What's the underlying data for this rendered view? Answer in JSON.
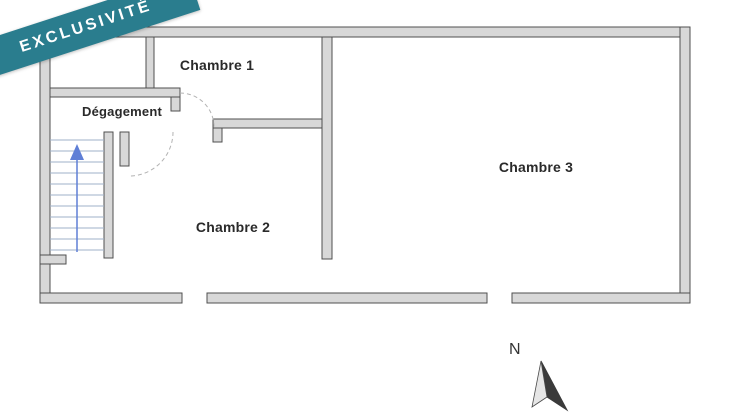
{
  "banner": {
    "label": "EXCLUSIVITÉ",
    "background": "#2a7d8e",
    "text_color": "#ffffff"
  },
  "rooms": {
    "chambre1": "Chambre 1",
    "degagement": "Dégagement",
    "chambre2": "Chambre 2",
    "chambre3": "Chambre 3"
  },
  "compass": {
    "label": "N"
  },
  "colors": {
    "wall_fill": "#d8d8d8",
    "wall_stroke": "#4f4f4f",
    "stair_arrow": "#5f7fd6",
    "door_arc": "#b3b3b3",
    "stair_tread": "#9fb0c9"
  }
}
